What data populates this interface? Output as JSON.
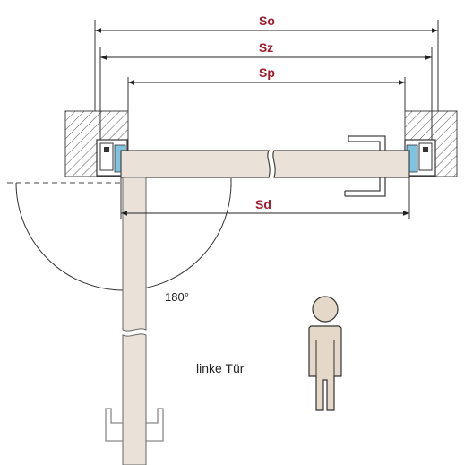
{
  "dimensions": {
    "so": "So",
    "sz": "Sz",
    "sp": "Sp",
    "sd": "Sd"
  },
  "labels": {
    "angle": "180°",
    "door": "linke Tür"
  },
  "colors": {
    "dimension_text": "#a01c2c",
    "wall_hatch": "#555555",
    "door_leaf": "#eae2d8",
    "seal": "#7ec3e0",
    "person": "#e6d8c8",
    "line": "#222222"
  }
}
